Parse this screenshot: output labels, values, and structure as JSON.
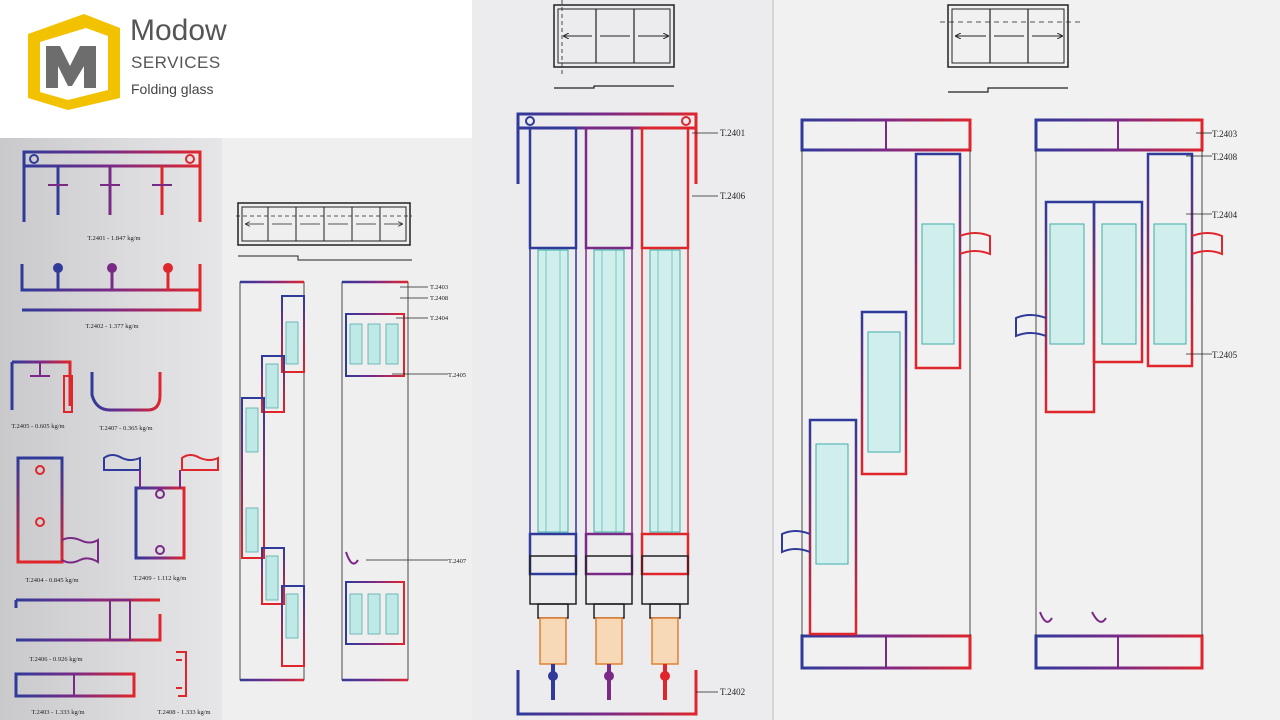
{
  "brand": {
    "name": "Modow",
    "subtitle": "SERVICES",
    "tagline": "Folding glass",
    "colors": {
      "yellow": "#f2c200",
      "gray": "#6d6d6d"
    }
  },
  "catalog_labels": {
    "t2401": "T.2401 - 1.847 kg/m",
    "t2402": "T.2402 - 1.377 kg/m",
    "t2405": "T.2405 - 0.605 kg/m",
    "t2407": "T.2407 - 0.365 kg/m",
    "t2404": "T.2404 - 0.845 kg/m",
    "t2409": "T.2409 - 1.112 kg/m",
    "t2406": "T.2406 - 0.926 kg/m",
    "t2403": "T.2403 - 1.333 kg/m",
    "t2408": "T.2408 - 1.333 kg/m"
  },
  "mid_callouts": {
    "a": "T.2403",
    "b": "T.2408",
    "c": "T.2404",
    "d": "T.2405",
    "e": "T.2407"
  },
  "center_callouts": {
    "top": "T.2401",
    "upper": "T.2406",
    "bottom": "T.2402"
  },
  "right_callouts": {
    "a": "T.2403",
    "b": "T.2408",
    "c": "T.2404",
    "d": "T.2405"
  },
  "colors": {
    "blue": "#2f3a9a",
    "purple": "#7a2a86",
    "red": "#e0252b",
    "glass": "#8fd7d2",
    "line": "#222222"
  }
}
